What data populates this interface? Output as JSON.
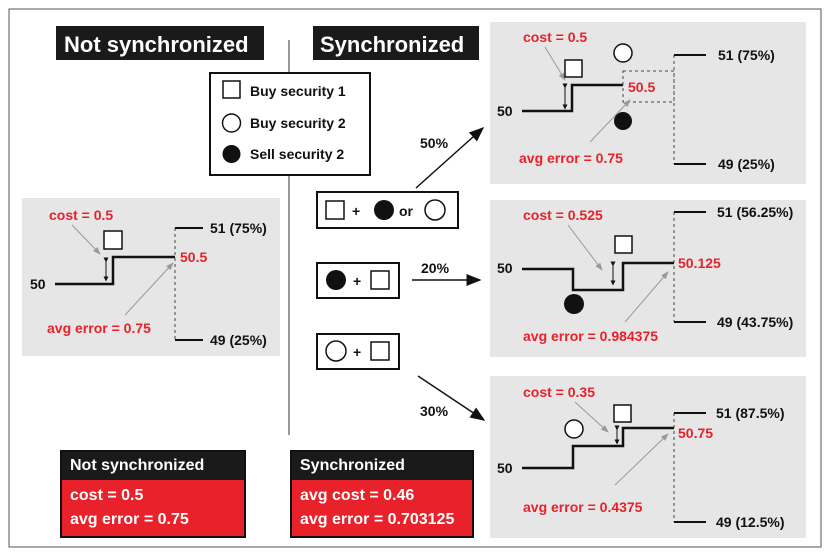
{
  "headings": {
    "left": "Not synchronized",
    "right": "Synchronized"
  },
  "legend": [
    {
      "icon": "square",
      "label": "Buy security 1"
    },
    {
      "icon": "circle-open",
      "label": "Buy security 2"
    },
    {
      "icon": "circle-filled",
      "label": "Sell security 2"
    }
  ],
  "options": [
    {
      "text": "or"
    },
    {
      "text": ""
    },
    {
      "text": ""
    }
  ],
  "plus": "+",
  "probabilities": [
    "50%",
    "20%",
    "30%"
  ],
  "panels": {
    "left": {
      "cost": "cost = 0.5",
      "start": "50",
      "mid": "50.5",
      "up": "51 (75%)",
      "down": "49 (25%)",
      "error": "avg error = 0.75"
    },
    "top": {
      "cost": "cost = 0.5",
      "start": "50",
      "mid": "50.5",
      "up": "51 (75%)",
      "down": "49 (25%)",
      "error": "avg error = 0.75"
    },
    "middle": {
      "cost": "cost = 0.525",
      "start": "50",
      "mid": "50.125",
      "up": "51 (56.25%)",
      "down": "49 (43.75%)",
      "error": "avg error = 0.984375"
    },
    "bottom": {
      "cost": "cost = 0.35",
      "start": "50",
      "mid": "50.75",
      "up": "51 (87.5%)",
      "down": "49 (12.5%)",
      "error": "avg error = 0.4375"
    }
  },
  "summary": {
    "left": {
      "title": "Not synchronized",
      "line1": "cost = 0.5",
      "line2": "avg error = 0.75"
    },
    "right": {
      "title": "Synchronized",
      "line1": "avg cost = 0.46",
      "line2": "avg error = 0.703125"
    }
  },
  "colors": {
    "red": "#e8212b",
    "panel": "#e6e6e6",
    "dark": "#1a1a1a"
  }
}
